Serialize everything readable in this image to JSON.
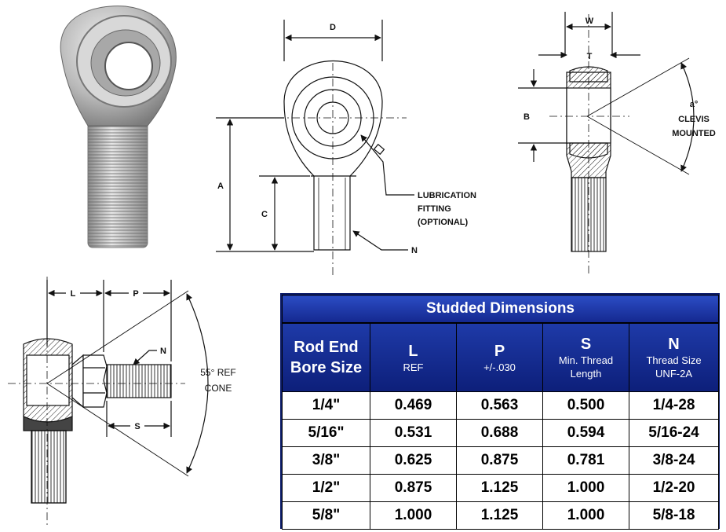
{
  "labels": {
    "D": "D",
    "W": "W",
    "T": "T",
    "A": "A",
    "B": "B",
    "C": "C",
    "N_top": "N",
    "clevis_a": "a°",
    "clevis_1": "CLEVIS",
    "clevis_2": "MOUNTED",
    "lube_1": "LUBRICATION",
    "lube_2": "FITTING",
    "lube_3": "(OPTIONAL)",
    "L": "L",
    "P": "P",
    "N_side": "N",
    "S": "S",
    "cone_1": "55° REF",
    "cone_2": "CONE"
  },
  "colors": {
    "table_header": "#14288f",
    "table_border": "#0c1c6b",
    "line": "#111111"
  },
  "table": {
    "title": "Studded Dimensions",
    "headers": [
      {
        "main": "Rod End",
        "sub": "Bore Size"
      },
      {
        "main": "L",
        "sub": "REF",
        "sub2": ""
      },
      {
        "main": "P",
        "sub": "+/-.030",
        "sub2": ""
      },
      {
        "main": "S",
        "sub": "Min. Thread",
        "sub2": "Length"
      },
      {
        "main": "N",
        "sub": "Thread Size",
        "sub2": "UNF-2A"
      }
    ],
    "rows": [
      [
        "1/4\"",
        "0.469",
        "0.563",
        "0.500",
        "1/4-28"
      ],
      [
        "5/16\"",
        "0.531",
        "0.688",
        "0.594",
        "5/16-24"
      ],
      [
        "3/8\"",
        "0.625",
        "0.875",
        "0.781",
        "3/8-24"
      ],
      [
        "1/2\"",
        "0.875",
        "1.125",
        "1.000",
        "1/2-20"
      ],
      [
        "5/8\"",
        "1.000",
        "1.125",
        "1.000",
        "5/8-18"
      ]
    ]
  }
}
